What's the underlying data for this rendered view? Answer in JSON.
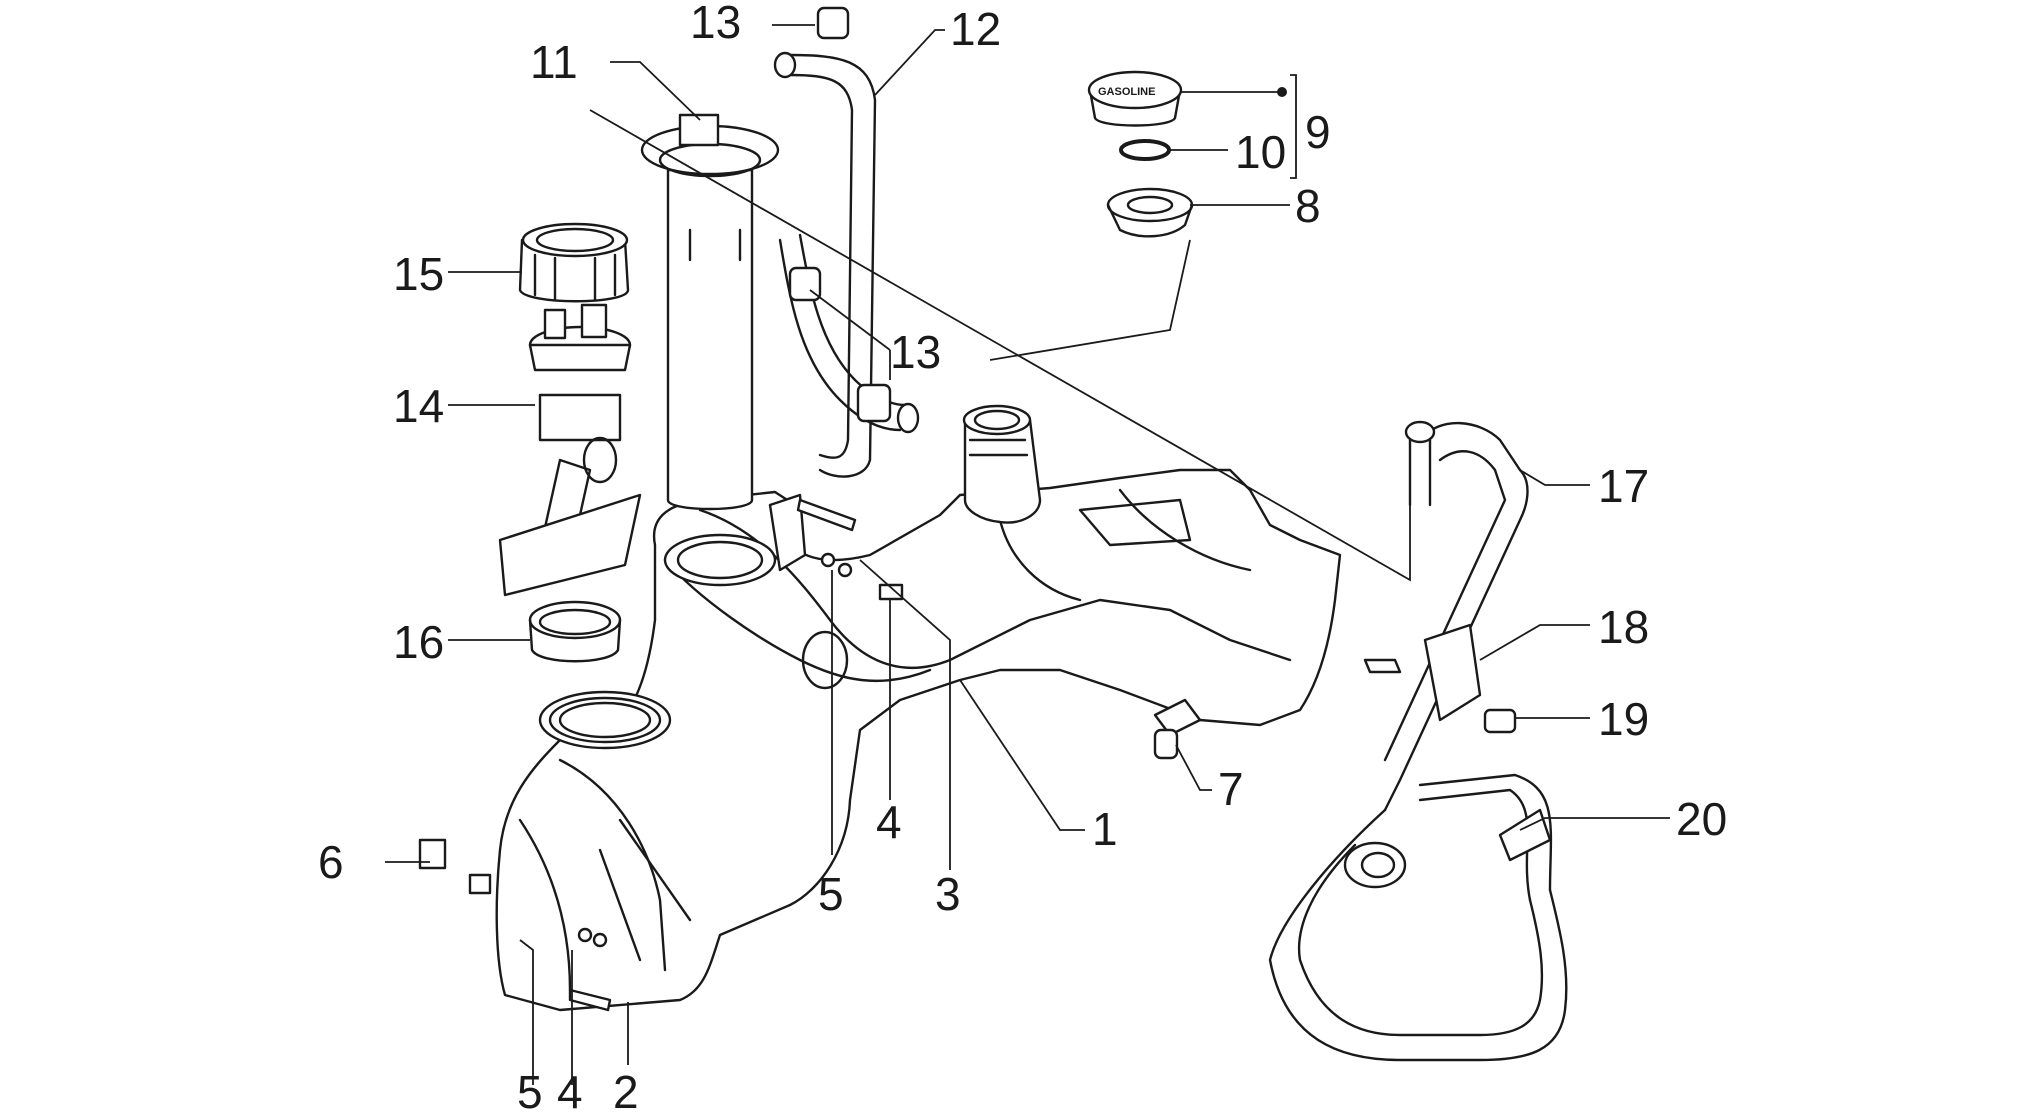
{
  "diagram": {
    "colors": {
      "ink": "#1a1a1a",
      "background": "#ffffff"
    },
    "cap_text": "GASOLINE",
    "callouts": [
      {
        "id": "c1",
        "label": "1"
      },
      {
        "id": "c2",
        "label": "2"
      },
      {
        "id": "c3",
        "label": "3"
      },
      {
        "id": "c4a",
        "label": "4"
      },
      {
        "id": "c4b",
        "label": "4"
      },
      {
        "id": "c5a",
        "label": "5"
      },
      {
        "id": "c5b",
        "label": "5"
      },
      {
        "id": "c6",
        "label": "6"
      },
      {
        "id": "c7",
        "label": "7"
      },
      {
        "id": "c8",
        "label": "8"
      },
      {
        "id": "c9",
        "label": "9"
      },
      {
        "id": "c10",
        "label": "10"
      },
      {
        "id": "c11",
        "label": "11"
      },
      {
        "id": "c12",
        "label": "12"
      },
      {
        "id": "c13a",
        "label": "13"
      },
      {
        "id": "c13b",
        "label": "13"
      },
      {
        "id": "c14",
        "label": "14"
      },
      {
        "id": "c15",
        "label": "15"
      },
      {
        "id": "c16",
        "label": "16"
      },
      {
        "id": "c17",
        "label": "17"
      },
      {
        "id": "c18",
        "label": "18"
      },
      {
        "id": "c19",
        "label": "19"
      },
      {
        "id": "c20",
        "label": "20"
      }
    ]
  }
}
